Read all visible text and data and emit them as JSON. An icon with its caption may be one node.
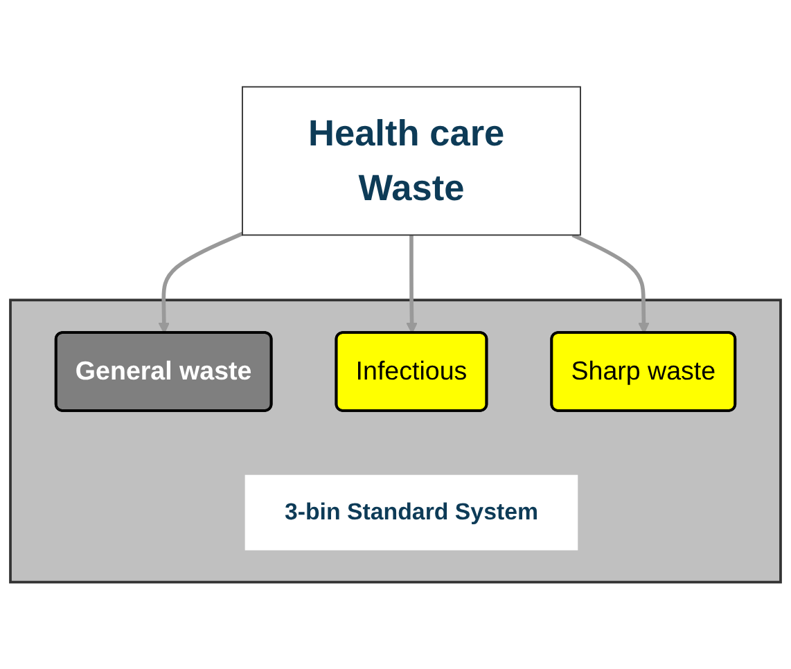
{
  "diagram": {
    "nodes": [
      {
        "text": [
          "Health care Waste"
        ]
      },
      {
        "text": [],
        "shape": "box"
      },
      {
        "text": [
          "General waste"
        ],
        "in": 1
      },
      {
        "text": [
          "Infectious"
        ],
        "in": 1
      },
      {
        "text": [
          "Sharp waste"
        ],
        "in": 1
      },
      {
        "text": [
          "3-bin Standard System"
        ],
        "in": 1
      }
    ],
    "edges": [
      {
        "from": 0,
        "to": 2,
        "arrow": "to"
      },
      {
        "from": 0,
        "to": 3,
        "arrow": "to"
      },
      {
        "from": 0,
        "to": 4,
        "arrow": "to"
      }
    ]
  }
}
